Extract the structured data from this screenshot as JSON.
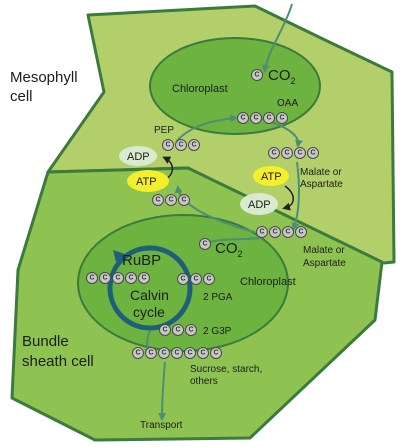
{
  "labels": {
    "mesophyll_cell_1": "Mesophyll",
    "mesophyll_cell_2": "cell",
    "bundle_sheath_1": "Bundle",
    "bundle_sheath_2": "sheath cell",
    "chloroplast_top": "Chloroplast",
    "chloroplast_bottom": "Chloroplast",
    "co2_top": "CO",
    "co2_top_sub": "2",
    "co2_bottom": "CO",
    "co2_bottom_sub": "2",
    "oaa": "OAA",
    "pep": "PEP",
    "adp_left": "ADP",
    "atp_left": "ATP",
    "atp_right": "ATP",
    "adp_right": "ADP",
    "malate_top_1": "Malate or",
    "malate_top_2": "Aspartate",
    "malate_bottom_1": "Malate or",
    "malate_bottom_2": "Aspartate",
    "rubp": "RuBP",
    "calvin_1": "Calvin",
    "calvin_2": "cycle",
    "pga": "2 PGA",
    "g3p": "2 G3P",
    "sucrose_1": "Sucrose, starch,",
    "sucrose_2": "others",
    "transport": "Transport",
    "carbon_symbol": "C"
  },
  "colors": {
    "mesophyll_fill": "#b3cf6a",
    "bundle_sheath_fill": "#8ec352",
    "chloroplast_fill": "#6cb33f",
    "outline": "#3d7a3d",
    "arrow": "#4e8e74",
    "calvin_ring": "#1f5f7a",
    "atp_fill": "#f4ef2a",
    "adp_fill": "#d8ead0"
  }
}
